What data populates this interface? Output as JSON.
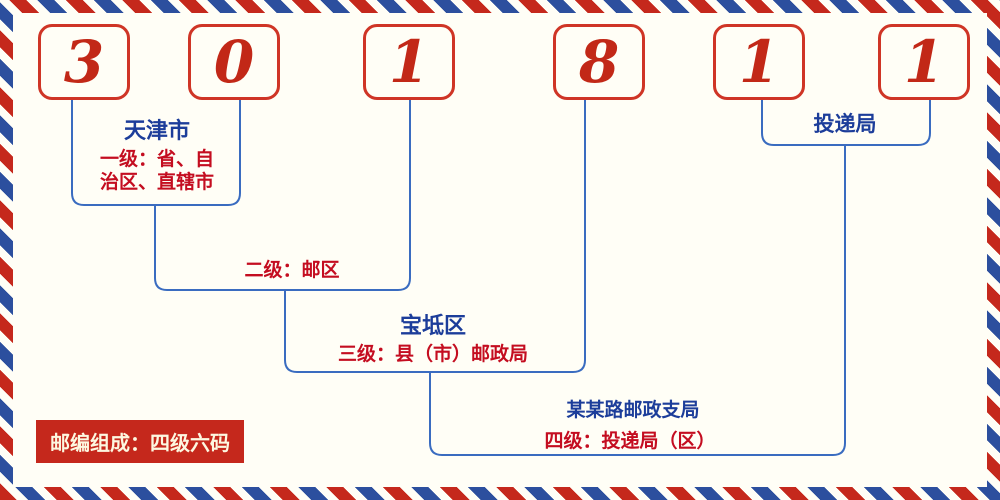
{
  "postal_code": {
    "digits": [
      "3",
      "0",
      "1",
      "8",
      "1",
      "1"
    ]
  },
  "labels": {
    "level1_city": "天津市",
    "level1_desc_line1": "一级：省、自",
    "level1_desc_line2": "治区、直辖市",
    "level2_desc": "二级：邮区",
    "level3_district": "宝坻区",
    "level3_desc": "三级：县（市）邮政局",
    "level4_branch": "某某路邮政支局",
    "level4_desc": "四级：投递局（区）",
    "delivery_office": "投递局",
    "footer_badge": "邮编组成：四级六码"
  },
  "colors": {
    "digit_red": "#c22817",
    "box_border_red": "#cf3526",
    "connector_blue": "#3a6cc0",
    "label_blue": "#1c3d9a",
    "label_red": "#c40d20",
    "badge_background": "#c5281c",
    "badge_text": "#fdf8e1",
    "paper_background": "#fffef6",
    "stripe_red": "#c5281c",
    "stripe_blue": "#2c4f9e"
  }
}
